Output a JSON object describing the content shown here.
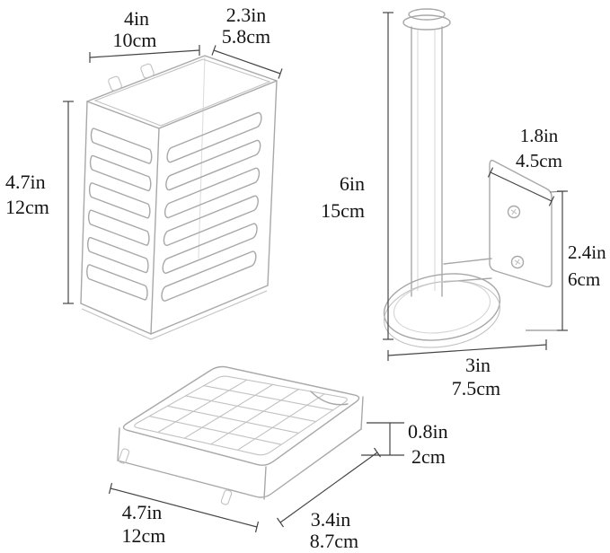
{
  "diagram": {
    "kind": "product-dimension-diagram",
    "items": [
      "slotted-utensil-basket",
      "wall-mounted-rod-holder",
      "drain-tray"
    ]
  },
  "labels": {
    "basket_width": {
      "in": "4in",
      "cm": "10cm"
    },
    "basket_depth": {
      "in": "2.3in",
      "cm": "5.8cm"
    },
    "basket_height": {
      "in": "4.7in",
      "cm": "12cm"
    },
    "holder_height": {
      "in": "6in",
      "cm": "15cm"
    },
    "bracket_width": {
      "in": "1.8in",
      "cm": "4.5cm"
    },
    "bracket_height": {
      "in": "2.4in",
      "cm": "6cm"
    },
    "base_width": {
      "in": "3in",
      "cm": "7.5cm"
    },
    "tray_height": {
      "in": "0.8in",
      "cm": "2cm"
    },
    "tray_width": {
      "in": "4.7in",
      "cm": "12cm"
    },
    "tray_depth": {
      "in": "3.4in",
      "cm": "8.7cm"
    }
  },
  "colors": {
    "background": "#ffffff",
    "sketch_line": "#a8a8a8",
    "dimension_line": "#454545",
    "text": "#141414"
  }
}
